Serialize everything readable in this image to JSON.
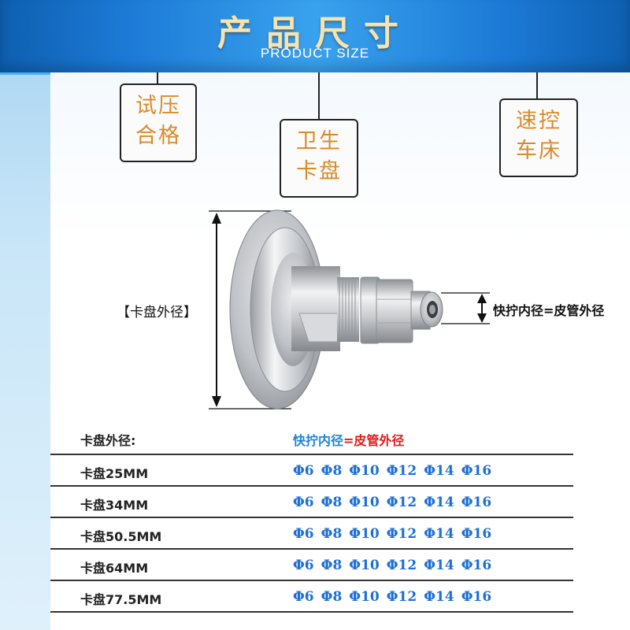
{
  "header": {
    "title": "产品尺寸",
    "subtitle": "PRODUCT SIZE"
  },
  "tags": [
    {
      "line1": "试压",
      "line2": "合格"
    },
    {
      "line1": "卫生",
      "line2": "卡盘"
    },
    {
      "line1": "速控",
      "line2": "车床"
    }
  ],
  "labels": {
    "outer_diameter": "【卡盘外径】",
    "inner_diameter": "快拧内径=皮管外径"
  },
  "table": {
    "header": {
      "col1": "卡盘外径:",
      "col2_blue": "快拧内径",
      "col2_red": "=皮管外径"
    },
    "rows": [
      {
        "name": "卡盘25MM",
        "sizes": [
          "Φ6",
          "Φ8",
          "Φ10",
          "Φ12",
          "Φ14",
          "Φ16"
        ]
      },
      {
        "name": "卡盘34MM",
        "sizes": [
          "Φ6",
          "Φ8",
          "Φ10",
          "Φ12",
          "Φ14",
          "Φ16"
        ]
      },
      {
        "name": "卡盘50.5MM",
        "sizes": [
          "Φ6",
          "Φ8",
          "Φ10",
          "Φ12",
          "Φ14",
          "Φ16"
        ]
      },
      {
        "name": "卡盘64MM",
        "sizes": [
          "Φ6",
          "Φ8",
          "Φ10",
          "Φ12",
          "Φ14",
          "Φ16"
        ]
      },
      {
        "name": "卡盘77.5MM",
        "sizes": [
          "Φ6",
          "Φ8",
          "Φ10",
          "Φ12",
          "Φ14",
          "Φ16"
        ]
      }
    ]
  },
  "colors": {
    "header_blue": "#1c7ad6",
    "title_gold": "#f6e4b0",
    "tag_orange": "#d98b2b",
    "size_blue": "#1e6fd6",
    "highlight_red": "#e11a1a"
  }
}
